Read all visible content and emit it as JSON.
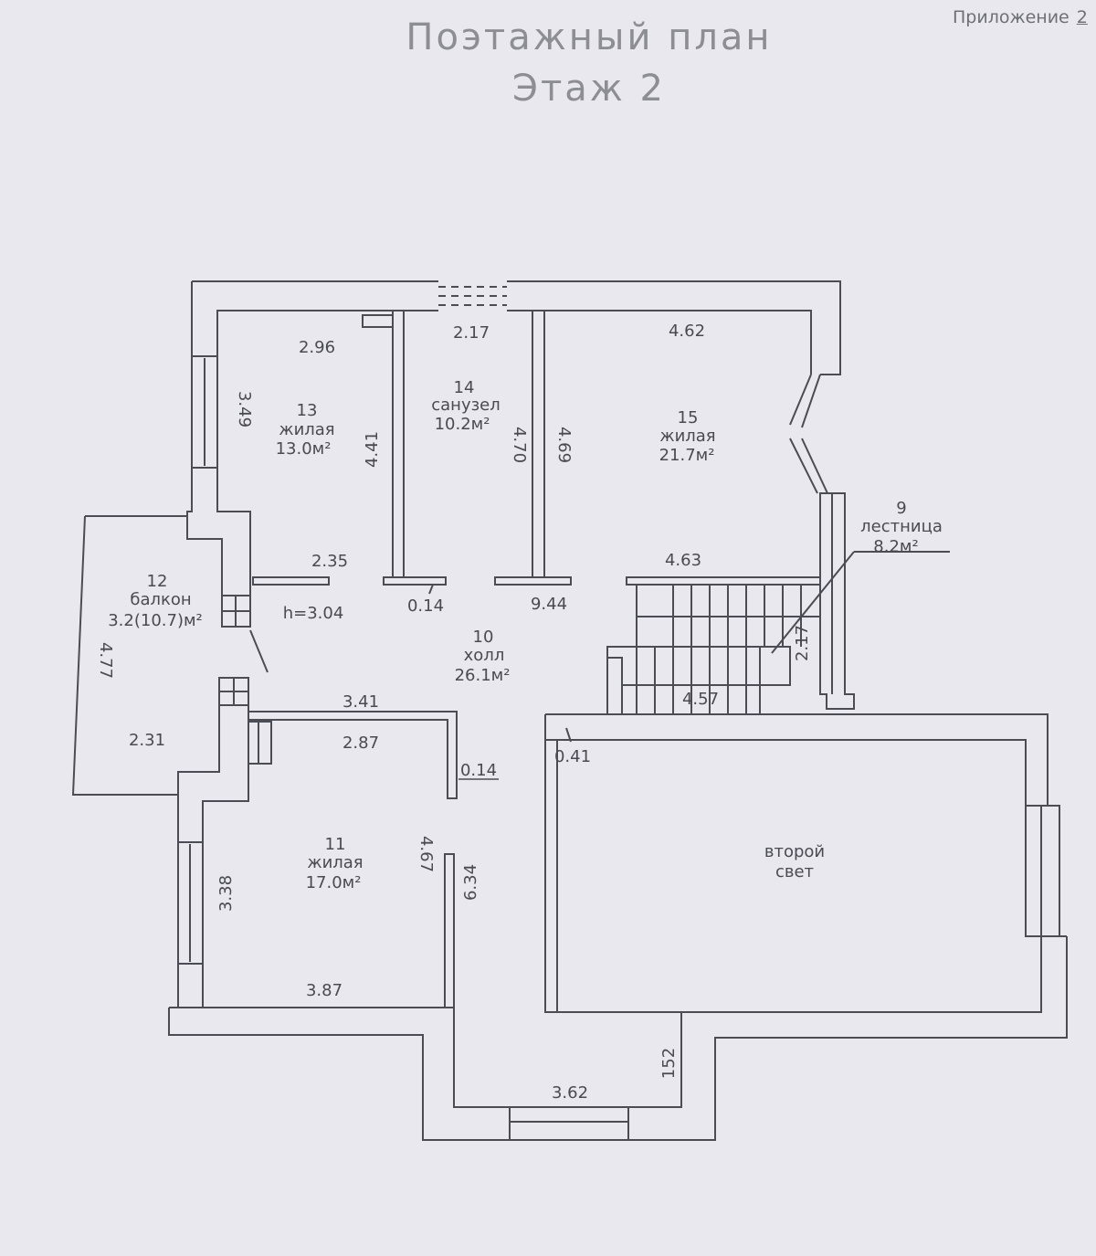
{
  "header": {
    "title": "Поэтажный план",
    "subtitle": "Этаж 2",
    "appendix_label": "Приложение",
    "appendix_number": "2"
  },
  "rooms": {
    "r13": {
      "num": "13",
      "name": "жилая",
      "area": "13.0м²"
    },
    "r14": {
      "num": "14",
      "name": "санузел",
      "area": "10.2м²"
    },
    "r15": {
      "num": "15",
      "name": "жилая",
      "area": "21.7м²"
    },
    "r9": {
      "num": "9",
      "name": "лестница",
      "area": "8.2м²"
    },
    "r12": {
      "num": "12",
      "name": "балкон",
      "area": "3.2(10.7)м²"
    },
    "r10": {
      "num": "10",
      "name": "холл",
      "area": "26.1м²"
    },
    "r11": {
      "num": "11",
      "name": "жилая",
      "area": "17.0м²"
    },
    "void": {
      "line1": "второй",
      "line2": "свет"
    }
  },
  "dimensions": {
    "d_296": "2.96",
    "d_349": "3.49",
    "d_441": "4.41",
    "d_217_top": "2.17",
    "d_470": "4.70",
    "d_469": "4.69",
    "d_462": "4.62",
    "d_235": "2.35",
    "d_h304": "h=3.04",
    "d_014_a": "0.14",
    "d_944": "9.44",
    "d_463": "4.63",
    "d_217_side": "2.17",
    "d_457": "4.57",
    "d_477": "4.77",
    "d_231": "2.31",
    "d_341": "3.41",
    "d_287": "2.87",
    "d_014_b": "0.14",
    "d_041": "0.41",
    "d_467": "4.67",
    "d_634": "6.34",
    "d_338": "3.38",
    "d_387": "3.87",
    "d_152": "152",
    "d_362": "3.62"
  },
  "colors": {
    "line": "#4c4c54",
    "paper": "#e9e8ee",
    "text": "#4a4a52"
  }
}
